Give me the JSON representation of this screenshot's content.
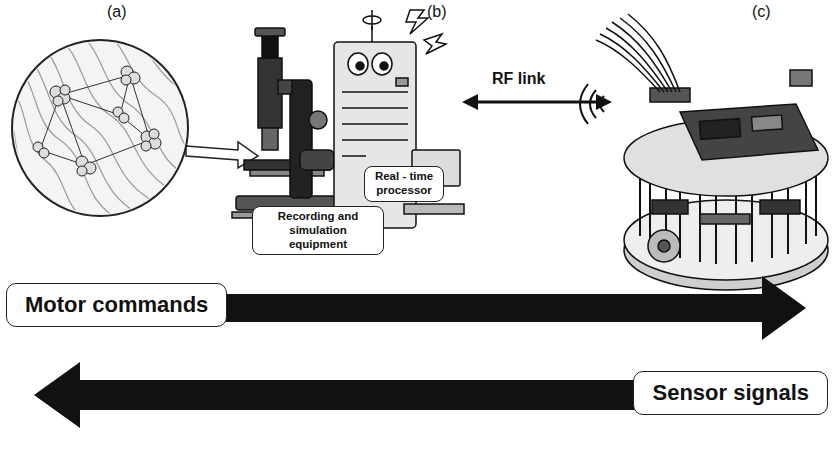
{
  "diagram": {
    "nodes": [
      {
        "text": [
          "Recording and simulation equipment"
        ]
      },
      {
        "text": [
          "Real - time processor"
        ]
      },
      {
        "text": [
          "Motor commands"
        ]
      },
      {
        "text": [
          "Sensor signals"
        ]
      }
    ],
    "labels": [
      "(a)",
      "(b)",
      "(c)",
      "RF link"
    ]
  }
}
